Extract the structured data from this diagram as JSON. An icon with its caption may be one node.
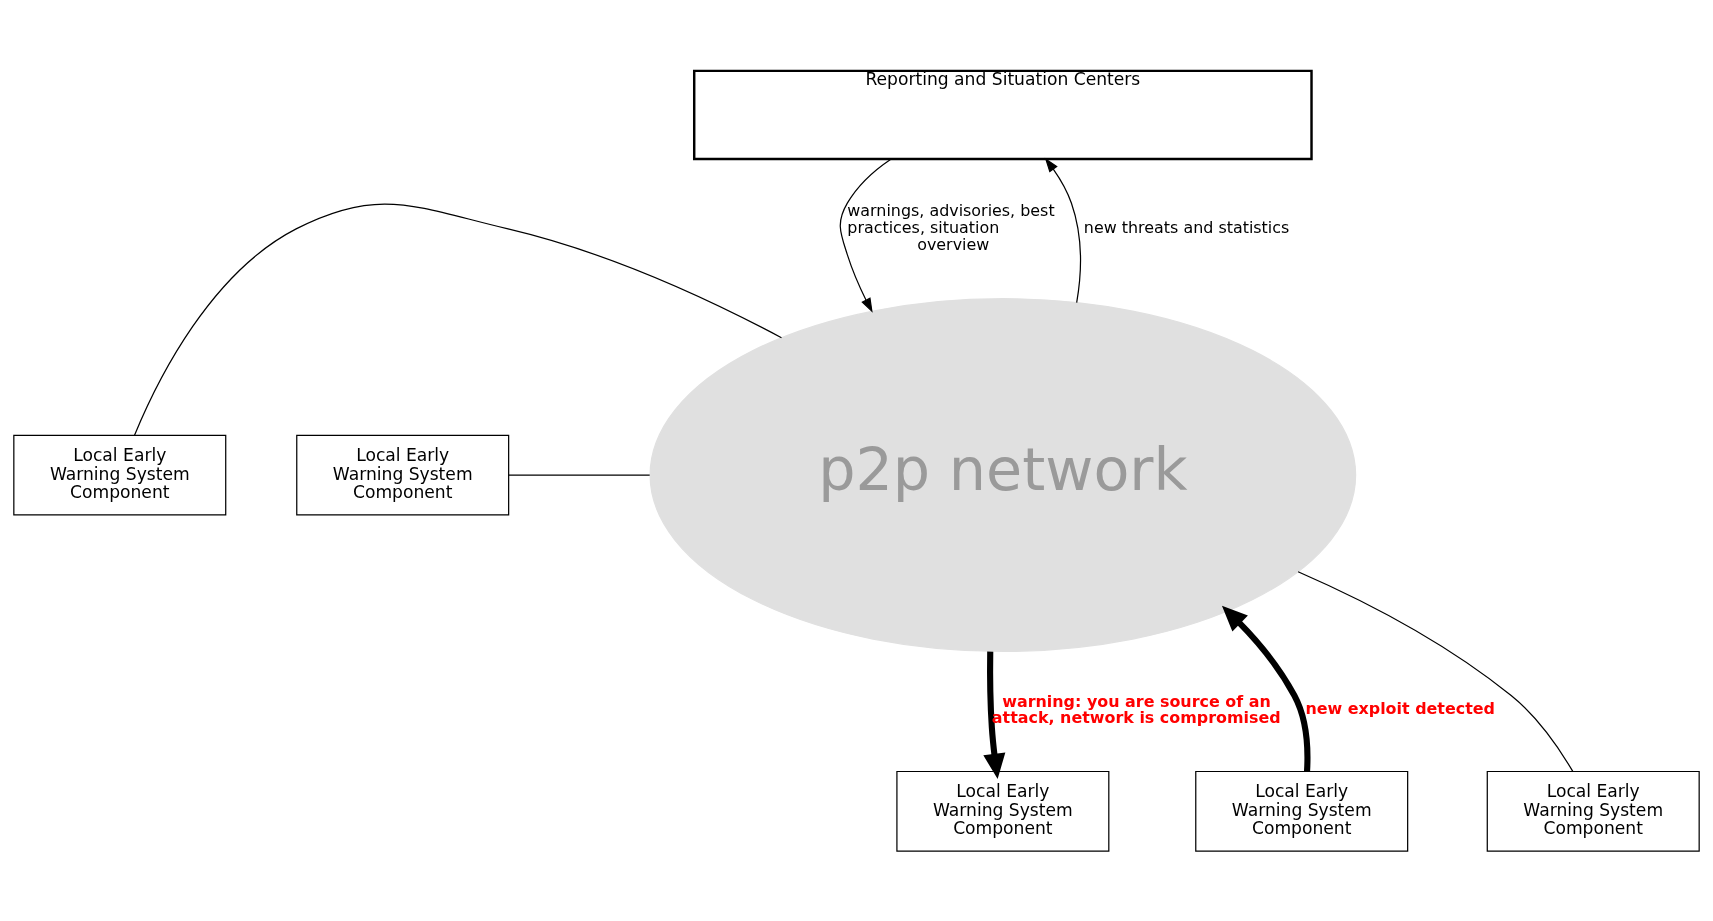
{
  "diagram": {
    "nodes": [
      {
        "text": [
          "Reporting and Situation Centers"
        ]
      },
      {
        "text": [
          "p2p network"
        ]
      },
      {
        "text": [
          "Local Early Warning System Component"
        ]
      },
      {
        "text": [
          "Local Early Warning System Component"
        ]
      },
      {
        "text": [
          "Local Early Warning System Component"
        ]
      },
      {
        "text": [
          "Local Early Warning System Component"
        ]
      },
      {
        "text": [
          "Local Early Warning System Component"
        ]
      }
    ],
    "edges": [
      {
        "from": 0,
        "to": 1,
        "arrow": "to",
        "label": "warnings, advisories, best practices, situation overview"
      },
      {
        "from": 1,
        "to": 0,
        "arrow": "to",
        "label": "new threats and statistics"
      },
      {
        "from": 2,
        "to": 1,
        "arrow": "none"
      },
      {
        "from": 3,
        "to": 1,
        "arrow": "none"
      },
      {
        "from": 1,
        "to": 4,
        "arrow": "to",
        "style": "thick",
        "label": "warning: you are source of an attack, network is compromised"
      },
      {
        "from": 5,
        "to": 1,
        "arrow": "to",
        "style": "thick",
        "label": "new exploit detected"
      },
      {
        "from": 6,
        "to": 1,
        "arrow": "none"
      }
    ]
  }
}
